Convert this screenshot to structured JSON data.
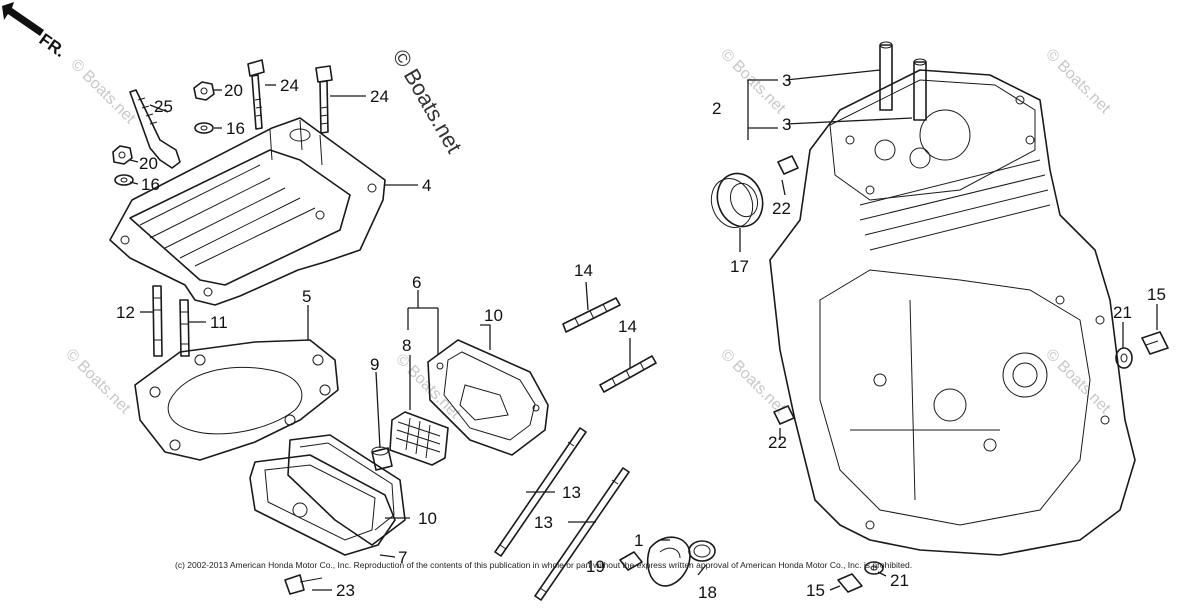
{
  "orientation": {
    "label": "FR."
  },
  "watermark": {
    "main": "© Boats.net",
    "repeat": "© Boats.net"
  },
  "copyright": "(c) 2002-2013 American Honda Motor Co., Inc. Reproduction of the contents of this publication in whole or part without the express written approval of American Honda Motor Co., Inc. is prohibited.",
  "callouts": {
    "n1": "1",
    "n2": "2",
    "n3a": "3",
    "n3b": "3",
    "n4": "4",
    "n5": "5",
    "n6": "6",
    "n7": "7",
    "n8": "8",
    "n9": "9",
    "n10a": "10",
    "n10b": "10",
    "n11": "11",
    "n12": "12",
    "n13a": "13",
    "n13b": "13",
    "n14a": "14",
    "n14b": "14",
    "n15a": "15",
    "n15b": "15",
    "n16a": "16",
    "n16b": "16",
    "n17": "17",
    "n18": "18",
    "n19": "19",
    "n20a": "20",
    "n20b": "20",
    "n21a": "21",
    "n21b": "21",
    "n22a": "22",
    "n22b": "22",
    "n23": "23",
    "n24a": "24",
    "n24b": "24",
    "n25": "25"
  }
}
